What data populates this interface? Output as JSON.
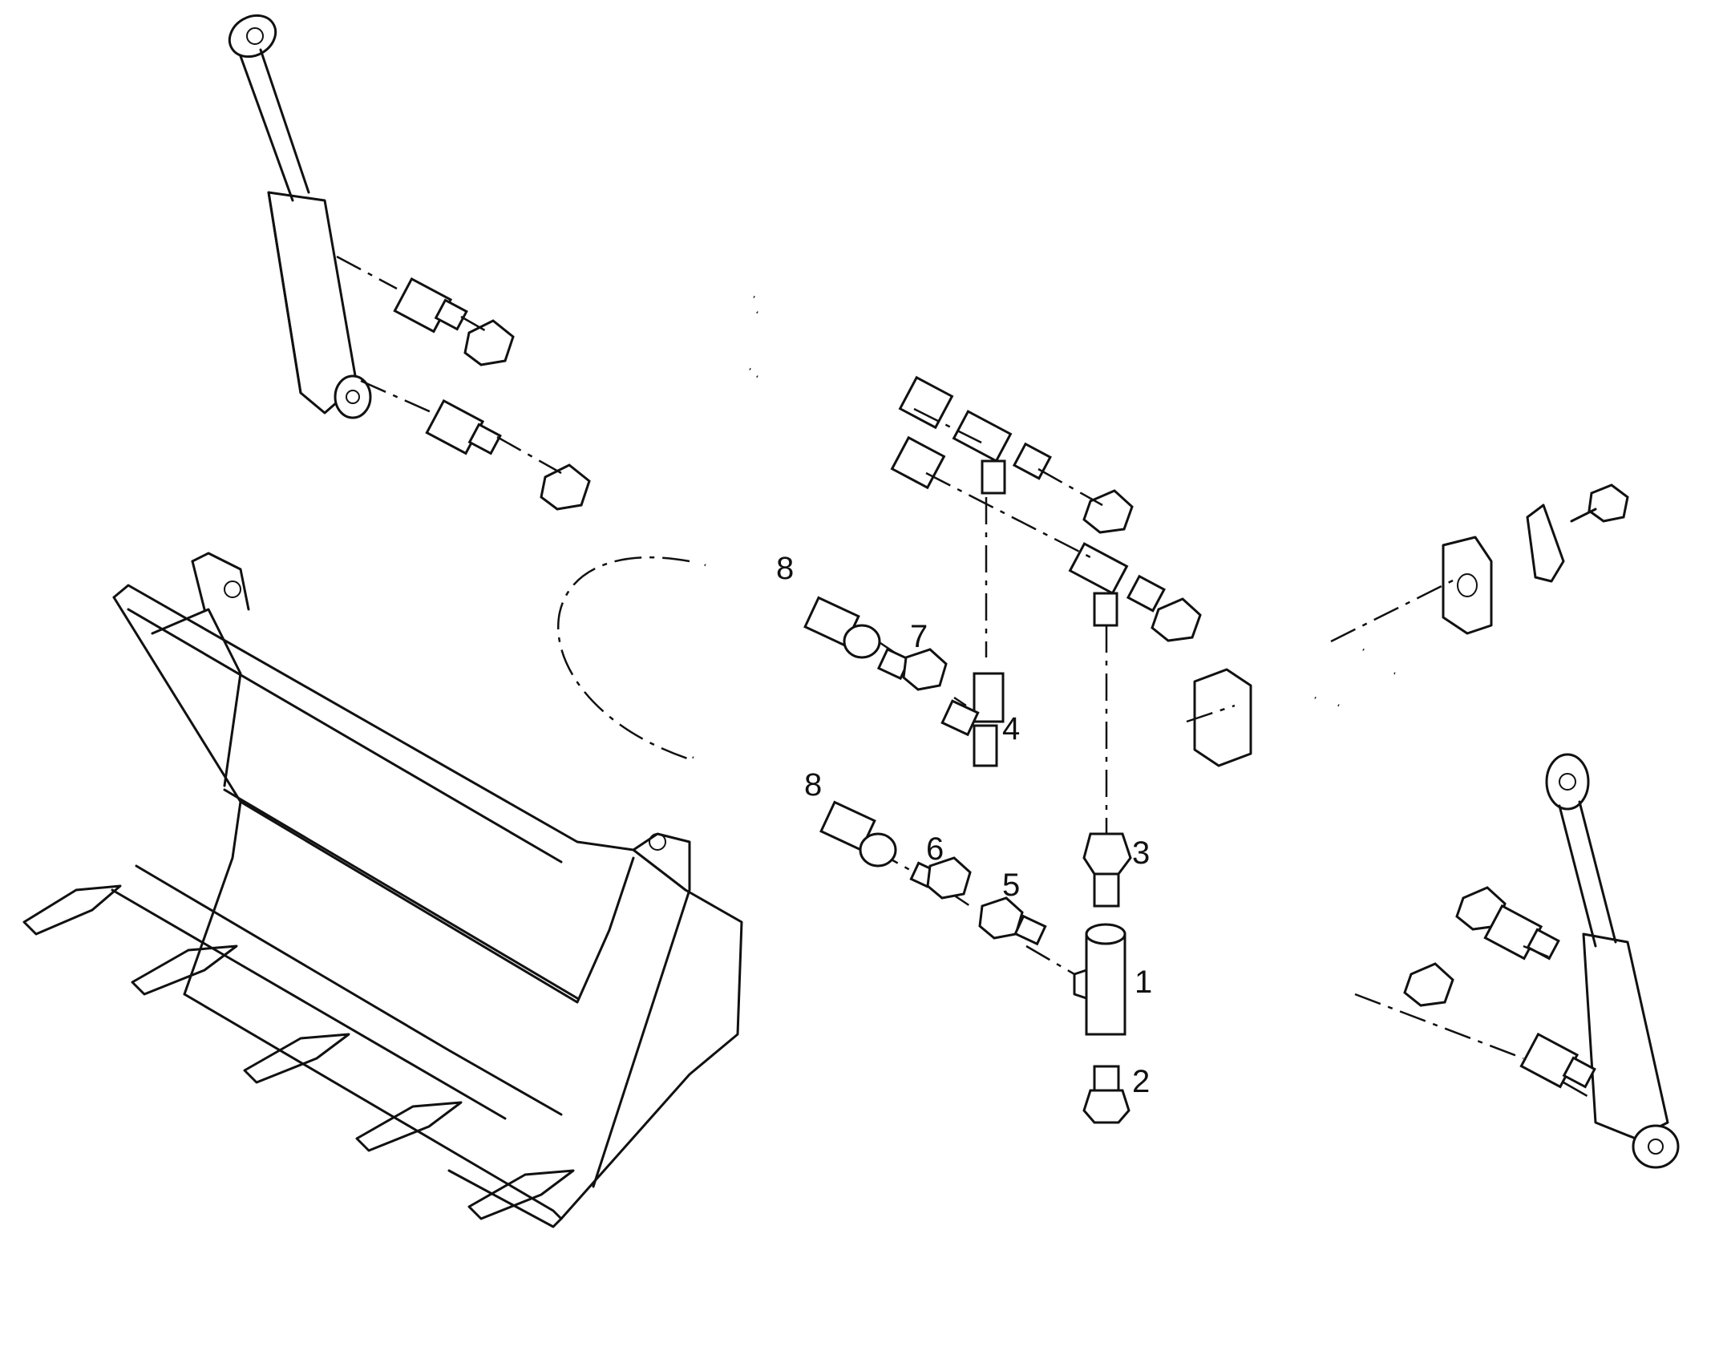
{
  "diagram": {
    "type": "exploded-parts-diagram",
    "part_numbers": {
      "p1": "1",
      "p2": "2",
      "p3": "3",
      "p4": "4",
      "p5": "5",
      "p6": "6",
      "p7": "7",
      "p8a": "8",
      "p8b": "8"
    },
    "components": [
      "loader-bucket",
      "left-hydraulic-cylinder",
      "right-hydraulic-cylinder",
      "hydraulic-hose-pair-left",
      "hydraulic-hose-pair-right",
      "tee-fittings",
      "adapter-fittings",
      "hose-clamp",
      "clamp-bolt"
    ]
  }
}
